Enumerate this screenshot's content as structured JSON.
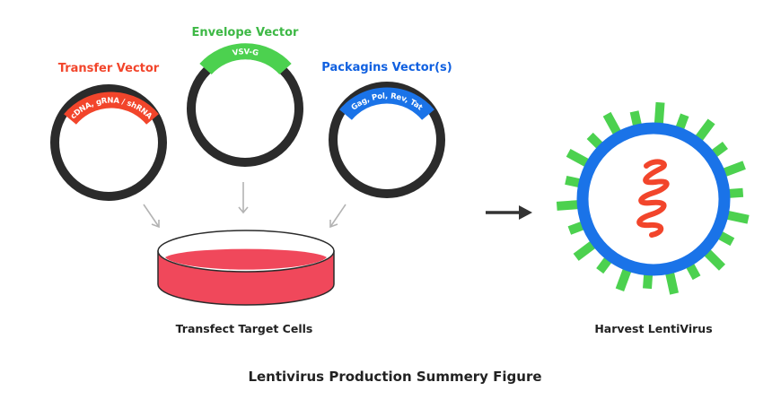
{
  "vectors": {
    "transfer": {
      "title": "Transfer Vector",
      "insert": "cDNA, gRNA / shRNA",
      "title_color": "#f2452b",
      "arc_color": "#f2452b"
    },
    "envelope": {
      "title": "Envelope Vector",
      "insert": "VSV-G",
      "title_color": "#3db845",
      "arc_color": "#4cd14f"
    },
    "packaging": {
      "title": "Packagins Vector(s)",
      "insert": "Gag, Pol, Rev, Tat",
      "title_color": "#1060e0",
      "arc_color": "#1a73e8"
    }
  },
  "dish": {
    "label": "Transfect Target Cells",
    "fill": "#f0485b"
  },
  "virus": {
    "label": "Harvest LentiVirus",
    "spike_color": "#4cd14f",
    "capsid_color": "#1a73e8",
    "rna_color": "#f2452b"
  },
  "figure_title": "Lentivirus Production Summery Figure",
  "colors": {
    "ring": "#2b2b2b",
    "arrow_gray": "#b3b3b3",
    "arrow_dark": "#333333",
    "text": "#222222"
  }
}
